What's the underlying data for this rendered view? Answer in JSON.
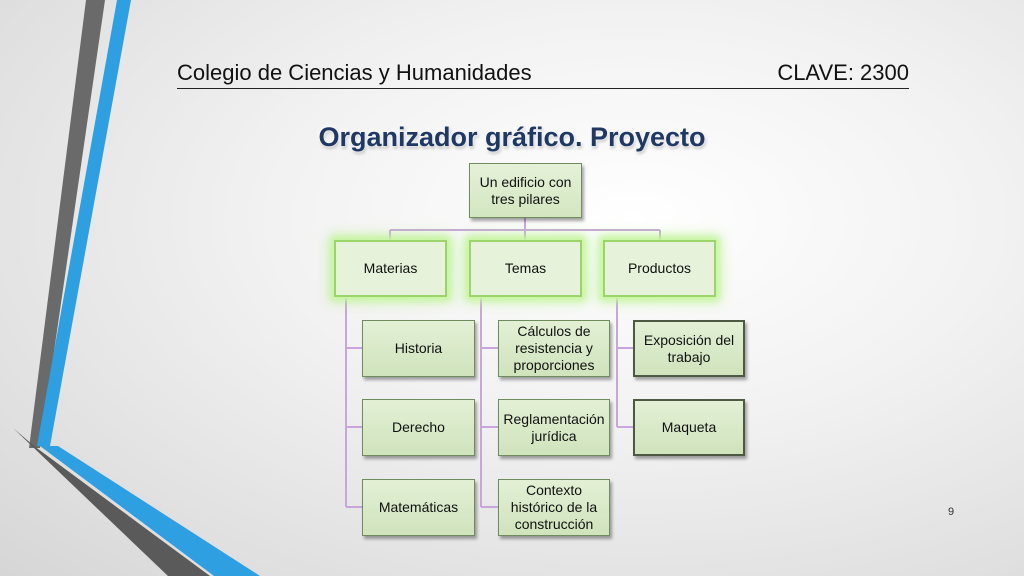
{
  "header": {
    "school": "Colegio de Ciencias y Humanidades",
    "clave": "CLAVE: 2300"
  },
  "title": "Organizador gráfico. Proyecto",
  "diagram": {
    "root": "Un edificio con tres pilares",
    "pillars": [
      {
        "label": "Materias",
        "children": [
          "Historia",
          "Derecho",
          "Matemáticas"
        ]
      },
      {
        "label": "Temas",
        "children": [
          "Cálculos de resistencia y proporciones",
          "Reglamentación jurídica",
          "Contexto histórico de la construcción"
        ]
      },
      {
        "label": "Productos",
        "children": [
          "Exposición del trabajo",
          "Maqueta"
        ]
      }
    ]
  },
  "colors": {
    "title": "#1f3864",
    "connector": "#c8a6dc",
    "node_fill": "#d8e9c7",
    "glow": "#b8f28a",
    "deco_blue": "#2e9fe0",
    "deco_gray": "#606060"
  },
  "page_number": "9"
}
